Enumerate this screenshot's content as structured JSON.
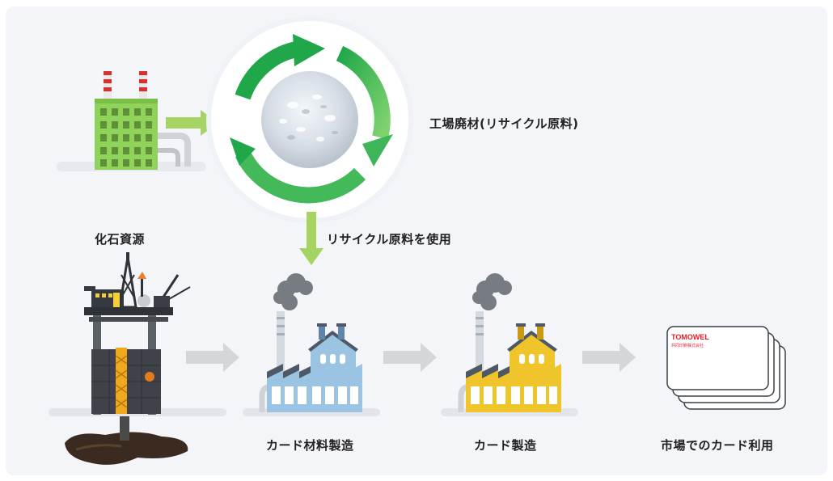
{
  "diagram": {
    "recycle_label": "工場廃材(リサイクル原料)",
    "use_recycled_label": "リサイクル原料を使用",
    "fossil_label": "化石資源",
    "steps": [
      {
        "label": "カード材料製造"
      },
      {
        "label": "カード製造"
      },
      {
        "label": "市場でのカード利用"
      }
    ],
    "card_brand": "TOMOWEL",
    "card_company": "共同印刷株式会社"
  },
  "colors": {
    "panel_bg": "#f3f5f9",
    "factory_green": "#8fd35a",
    "cycle_green": "#1fa74a",
    "light_green_arrow": "#a5d463",
    "gray_arrow": "#d4d6da",
    "factory_blue": "#9bc4e3",
    "factory_yellow": "#f0c52c",
    "card_red": "#e31f27"
  }
}
